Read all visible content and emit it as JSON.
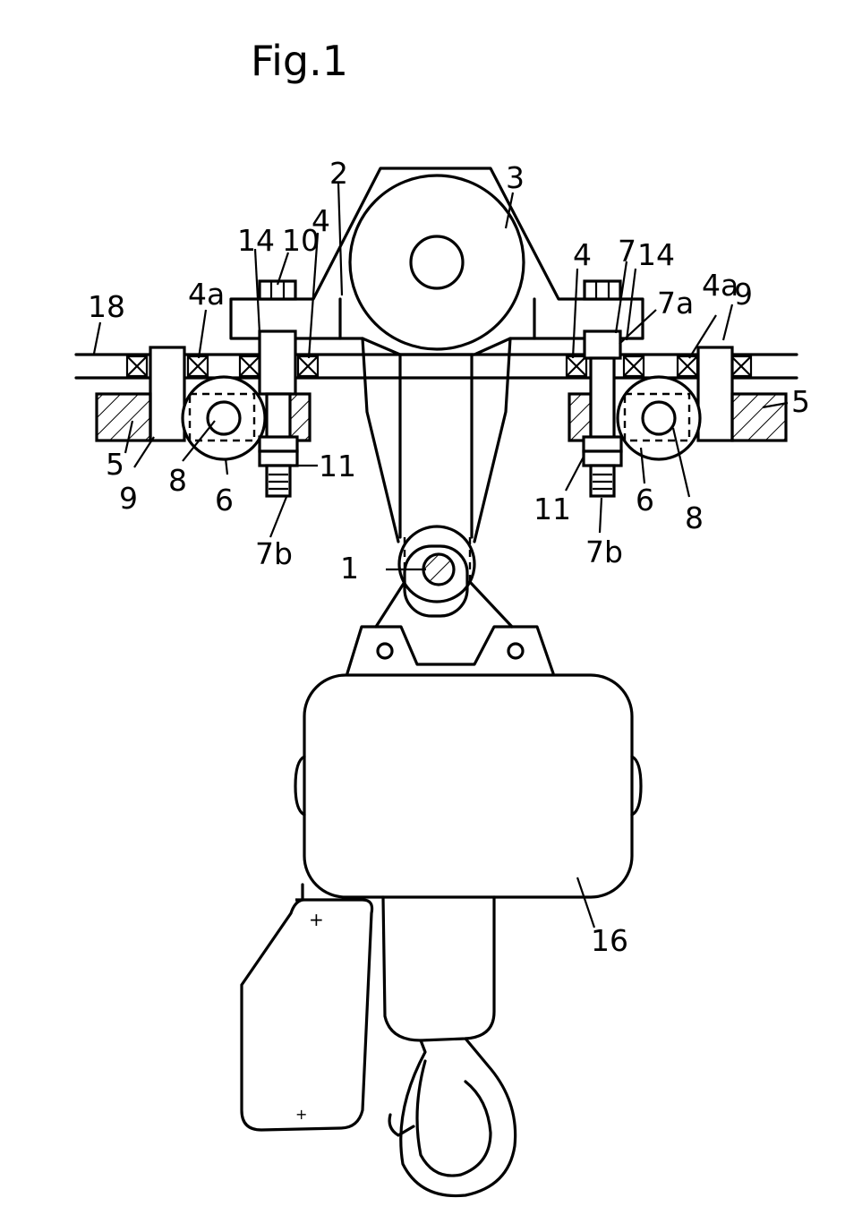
{
  "figure": {
    "title": "Fig.1",
    "labels": {
      "l1": "1",
      "l2": "2",
      "l3": "3",
      "l4_left": "4",
      "l4_right": "4",
      "l4a_left": "4a",
      "l4a_right": "4a",
      "l5_left": "5",
      "l5_right": "5",
      "l6_left": "6",
      "l6_right": "6",
      "l7": "7",
      "l7a": "7a",
      "l7b_left": "7b",
      "l7b_right": "7b",
      "l8_left": "8",
      "l8_right": "8",
      "l9_left": "9",
      "l9_right": "9",
      "l10": "10",
      "l11_left": "11",
      "l11_right": "11",
      "l14_left": "14",
      "l14_right": "14",
      "l16": "16",
      "l18": "18"
    }
  }
}
